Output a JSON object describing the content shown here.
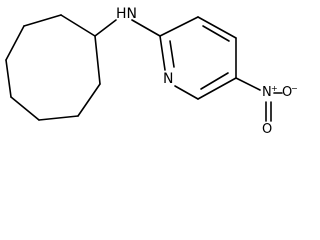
{
  "molecule": {
    "atoms": {
      "amine": "N",
      "amine_h": "H",
      "ring_n": "N",
      "nitro_n": "N",
      "nitro_o1": "O",
      "nitro_o2": "O",
      "plus": "+",
      "minus": "−"
    }
  }
}
